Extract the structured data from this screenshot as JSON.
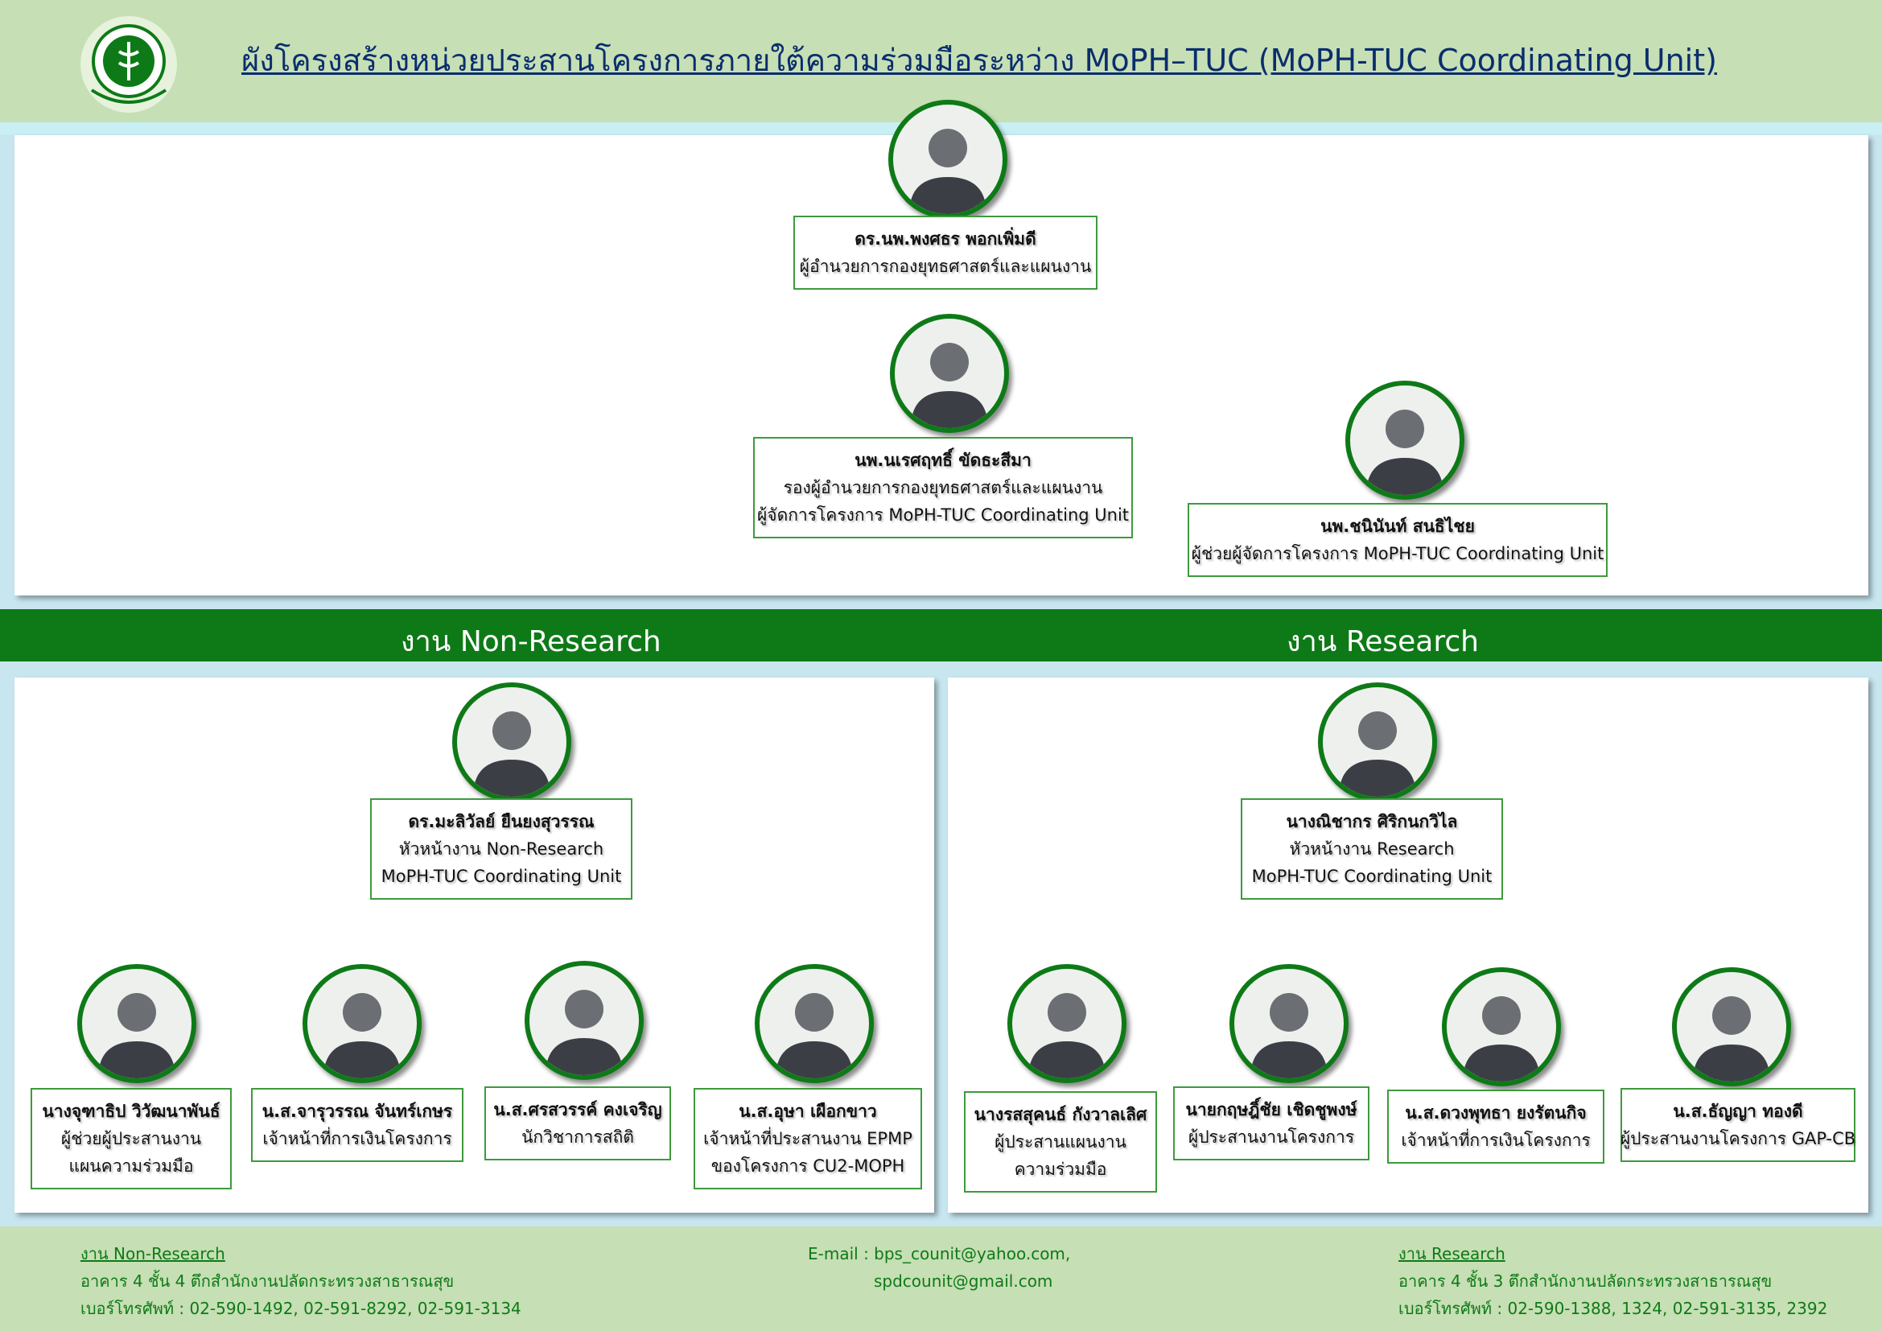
{
  "header": {
    "title": "ผังโครงสร้างหน่วยประสานโครงการภายใต้ความร่วมมือระหว่าง MoPH–TUC (MoPH-TUC Coordinating Unit)",
    "logo_icon": "moph-tuc-coordinating-unit-logo"
  },
  "colors": {
    "accent_green": "#0e7a17",
    "header_green": "#c6dfb4",
    "card_border": "#3d9a3d"
  },
  "leadership": [
    {
      "name": "ดร.นพ.พงศธร  พอกเพิ่มดี",
      "lines": [
        "ผู้อำนวยการกองยุทธศาสตร์และแผนงาน"
      ]
    },
    {
      "name": "นพ.นเรศฤทธิ์  ขัดธะสีมา",
      "lines": [
        "รองผู้อำนวยการกองยุทธศาสตร์และแผนงาน",
        "ผู้จัดการโครงการ MoPH-TUC Coordinating Unit"
      ]
    },
    {
      "name": "นพ.ชนินันท์ สนธิไชย",
      "lines": [
        "ผู้ช่วยผู้จัดการโครงการ MoPH-TUC Coordinating Unit"
      ]
    }
  ],
  "sections": {
    "non_research": {
      "label": "งาน Non-Research",
      "head": {
        "name": "ดร.มะลิวัลย์  ยืนยงสุวรรณ",
        "lines": [
          "หัวหน้างาน Non-Research",
          "MoPH-TUC Coordinating Unit"
        ]
      },
      "staff": [
        {
          "name": "นางจุฑาธิป วิวัฒนาพันธ์",
          "lines": [
            "ผู้ช่วยผู้ประสานงาน",
            "แผนความร่วมมือ"
          ]
        },
        {
          "name": "น.ส.จารุวรรณ จันทร์เกษร",
          "lines": [
            "เจ้าหน้าที่การเงินโครงการ"
          ]
        },
        {
          "name": "น.ส.ศรสวรรค์ คงเจริญ",
          "lines": [
            "นักวิชาการสถิติ"
          ]
        },
        {
          "name": "น.ส.อุษา เผือกขาว",
          "lines": [
            "เจ้าหน้าที่ประสานงาน EPMP",
            "ของโครงการ CU2-MOPH"
          ]
        }
      ]
    },
    "research": {
      "label": "งาน Research",
      "head": {
        "name": "นางณิชากร  ศิริกนกวิไล",
        "lines": [
          "หัวหน้างาน Research",
          "MoPH-TUC Coordinating Unit"
        ]
      },
      "staff": [
        {
          "name": "นางรสสุคนธ์ กังวาลเลิศ",
          "lines": [
            "ผู้ประสานแผนงาน",
            "ความร่วมมือ"
          ]
        },
        {
          "name": "นายกฤษฎิ์ชัย เชิดชูพงษ์",
          "lines": [
            "ผู้ประสานงานโครงการ"
          ]
        },
        {
          "name": "น.ส.ดวงพุทธา ยงรัตนกิจ",
          "lines": [
            "เจ้าหน้าที่การเงินโครงการ"
          ]
        },
        {
          "name": "น.ส.ธัญญา ทองดี",
          "lines": [
            "ผู้ประสานงานโครงการ GAP-CB"
          ]
        }
      ]
    }
  },
  "footer": {
    "non_research": {
      "title": "งาน Non-Research",
      "address": "อาคาร 4 ชั้น 4 ตึกสำนักงานปลัดกระทรวงสาธารณสุข",
      "phone": "เบอร์โทรศัพท์ : 02-590-1492, 02-591-8292, 02-591-3134"
    },
    "email": {
      "line1": "E-mail : bps_counit@yahoo.com,",
      "line2": "spdcounit@gmail.com"
    },
    "research": {
      "title": "งาน Research",
      "address": "อาคาร 4 ชั้น 3 ตึกสำนักงานปลัดกระทรวงสาธารณสุข",
      "phone": "เบอร์โทรศัพท์ : 02-590-1388, 1324, 02-591-3135, 2392"
    }
  }
}
